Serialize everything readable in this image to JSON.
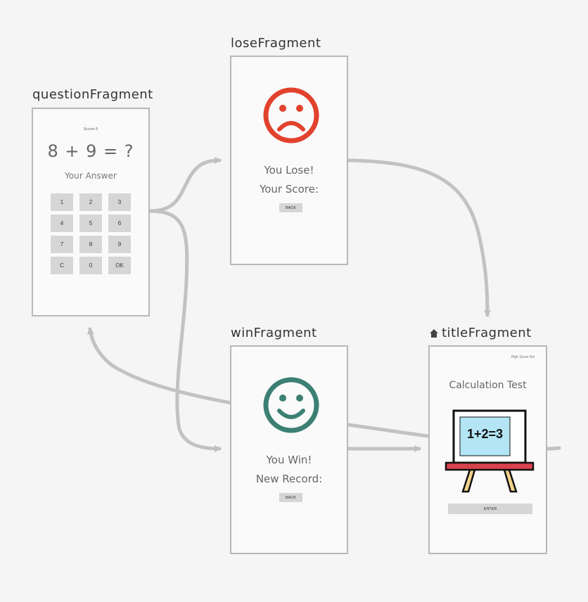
{
  "fragments": {
    "question": {
      "title": "questionFragment",
      "score": "Score:5",
      "equation": "8 + 9 = ?",
      "answer_placeholder": "Your Answer",
      "keys": [
        "1",
        "2",
        "3",
        "4",
        "5",
        "6",
        "7",
        "8",
        "9",
        "C",
        "0",
        "OK"
      ]
    },
    "lose": {
      "title": "loseFragment",
      "message": "You Lose!",
      "score_label": "Your Score:",
      "back_label": "BACK",
      "face_color": "#e2412c"
    },
    "win": {
      "title": "winFragment",
      "message": "You Win!",
      "record_label": "New Record:",
      "back_label": "BACK",
      "face_color": "#3b8073"
    },
    "title": {
      "title": "titleFragment",
      "high_score": "High Score:%d",
      "app_title": "Calculation Test",
      "board_text": "1+2=3",
      "enter_label": "ENTER",
      "icon": "home-icon"
    }
  },
  "colors": {
    "arrow": "#c0c0c0",
    "board_screen": "#b3e5f5",
    "board_rail": "#d9434e",
    "easel_leg": "#f2d38b"
  }
}
